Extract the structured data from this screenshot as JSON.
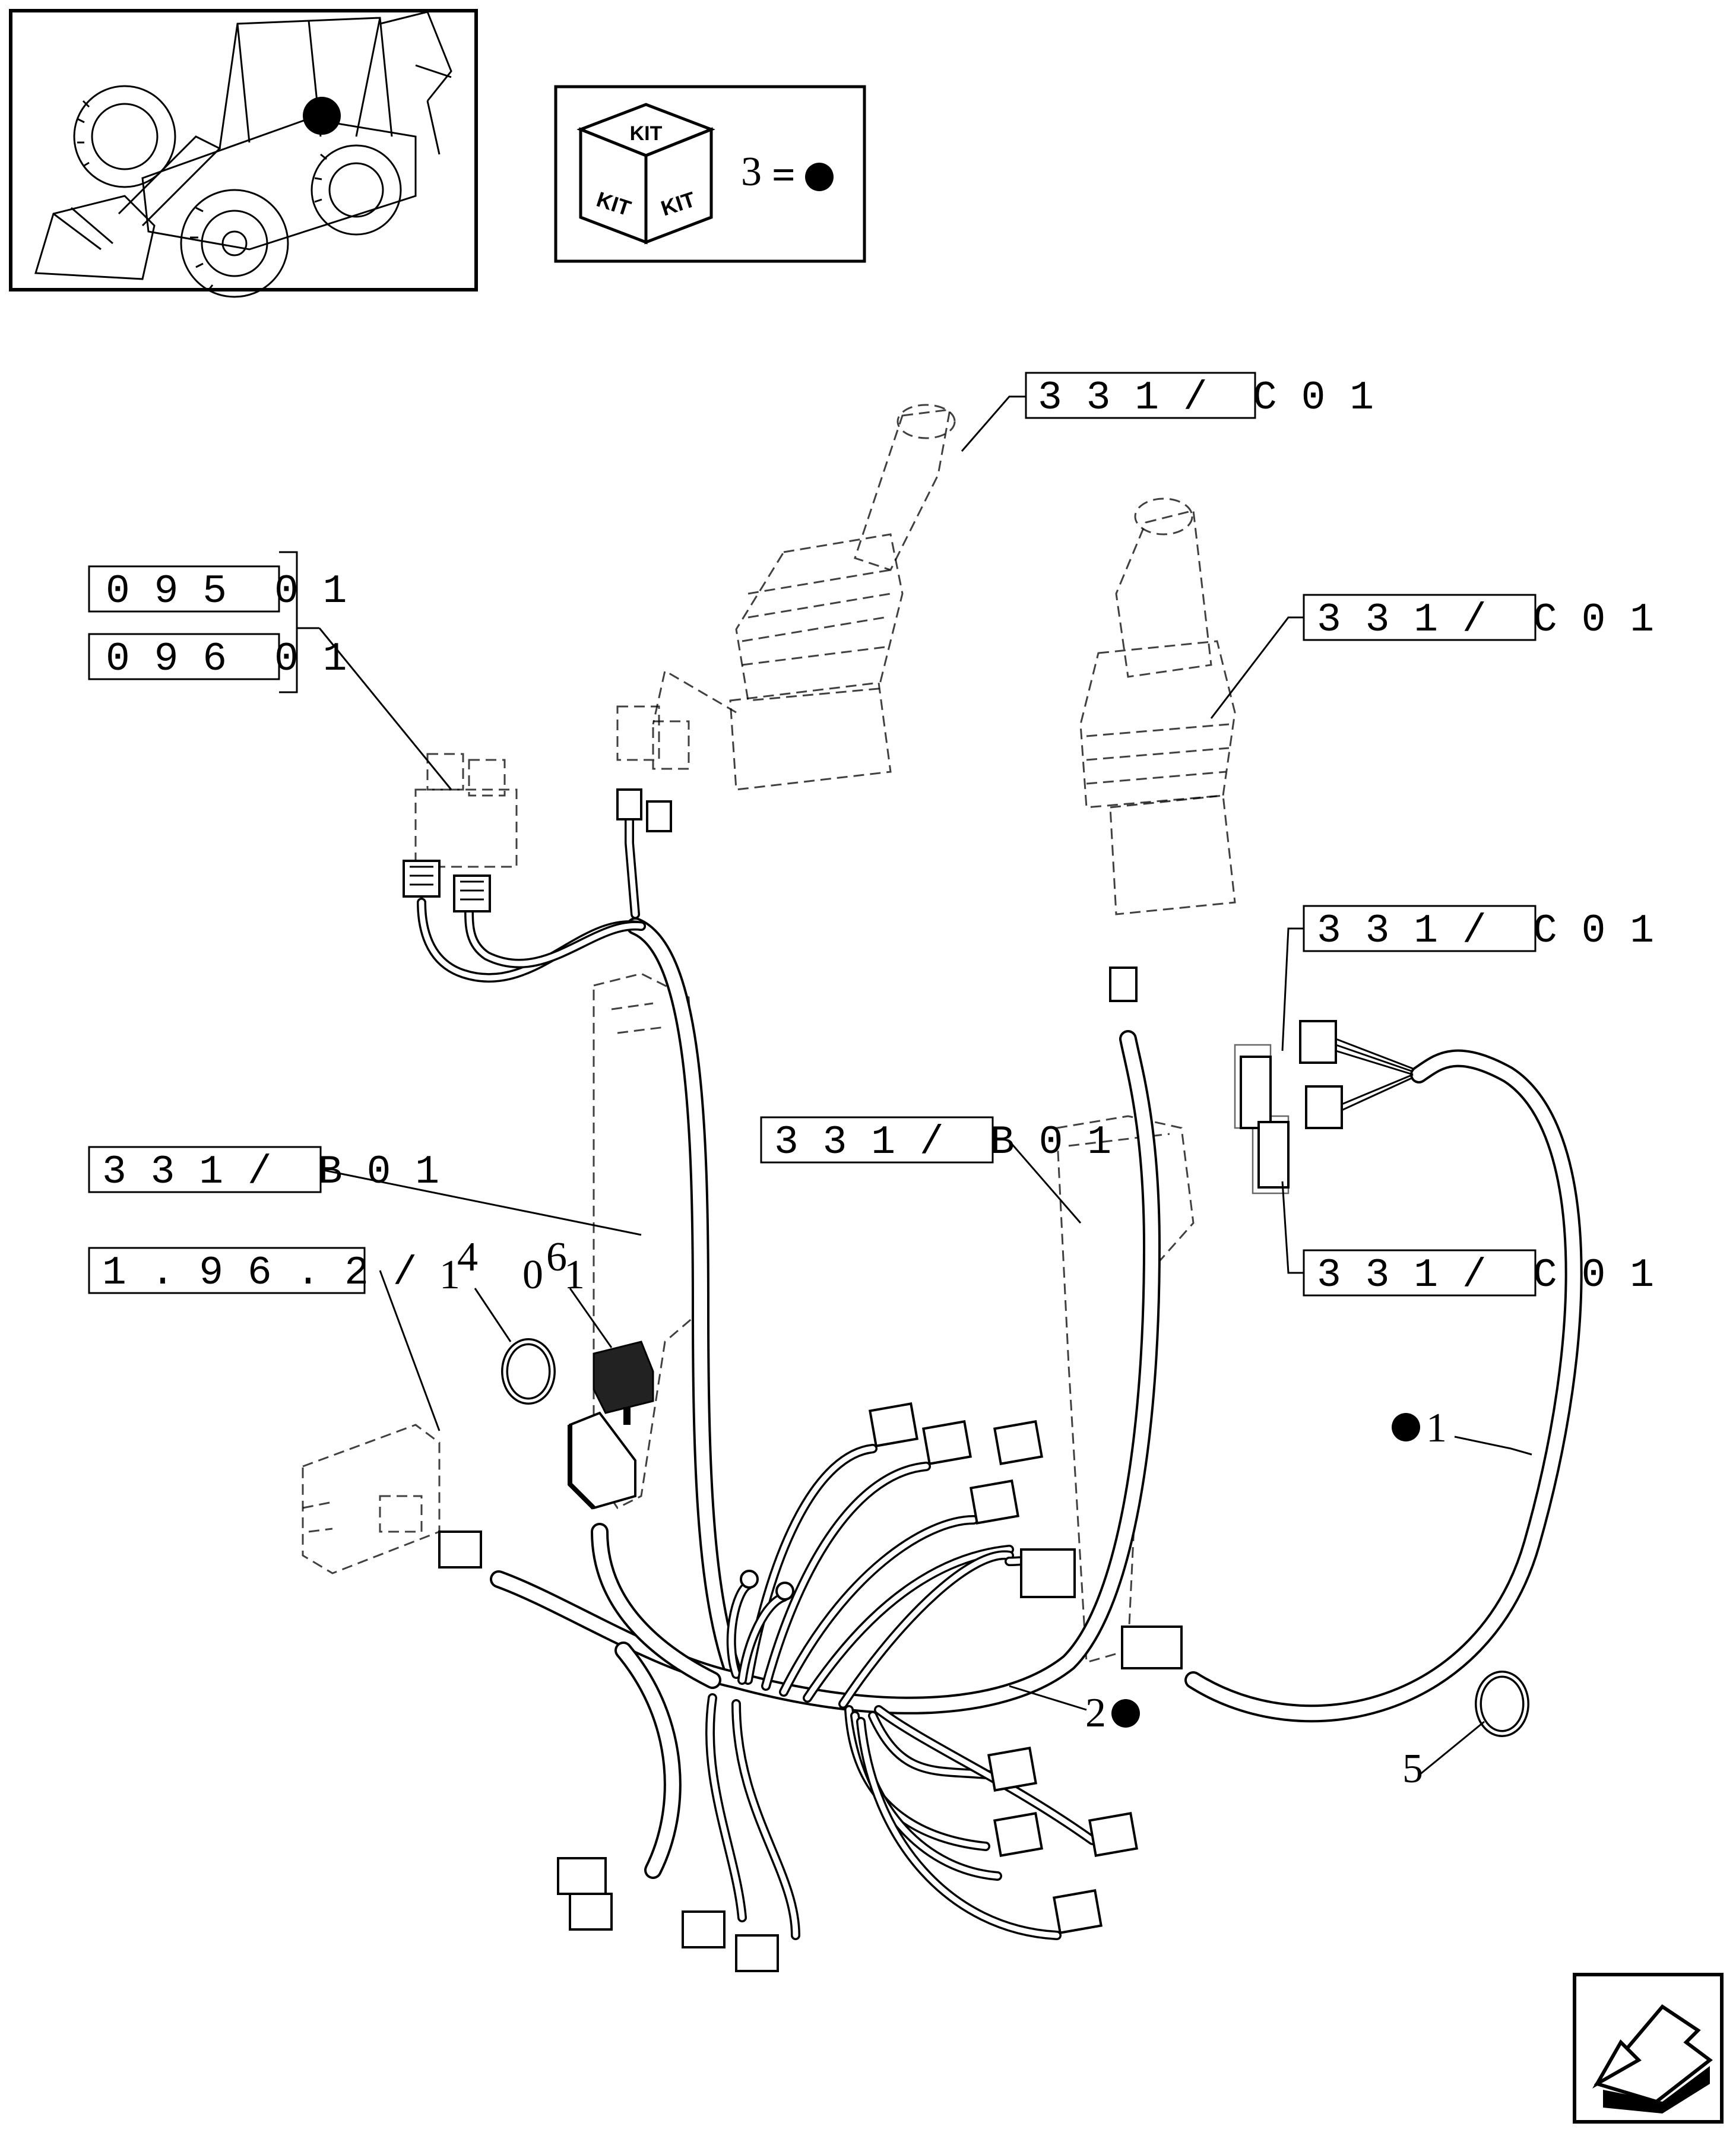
{
  "kit_legend": {
    "cube_labels": [
      "KIT",
      "KIT",
      "KIT"
    ],
    "equation_number": "3",
    "equation_sign": "="
  },
  "reference_boxes": [
    {
      "id": "ref-top",
      "boxed": "3 3 1 /",
      "trailing": "C 0 1"
    },
    {
      "id": "ref-095",
      "boxed": "0 9 5",
      "trailing": "0 1"
    },
    {
      "id": "ref-096",
      "boxed": "0 9 6",
      "trailing": "0 1"
    },
    {
      "id": "ref-right-1",
      "boxed": "3 3 1 /",
      "trailing": "C 0 1"
    },
    {
      "id": "ref-right-2",
      "boxed": "3 3 1 /",
      "trailing": "C 0 1"
    },
    {
      "id": "ref-mid-b",
      "boxed": "3 3 1 /",
      "trailing": "B 0 1"
    },
    {
      "id": "ref-left-b",
      "boxed": "3 3 1 /",
      "trailing": "B 0 1"
    },
    {
      "id": "ref-right-3",
      "boxed": "3 3 1 /",
      "trailing": "C 0 1"
    },
    {
      "id": "ref-196",
      "boxed": "1 . 9 6 . 2 /",
      "trailing": ""
    }
  ],
  "callouts": {
    "item_1": "1",
    "item_2": "2",
    "item_4_main": "1",
    "item_4_sup": "4",
    "item_6_main": "0",
    "item_6_sup": "6",
    "item_6_tail": "1",
    "item_5": "5"
  }
}
